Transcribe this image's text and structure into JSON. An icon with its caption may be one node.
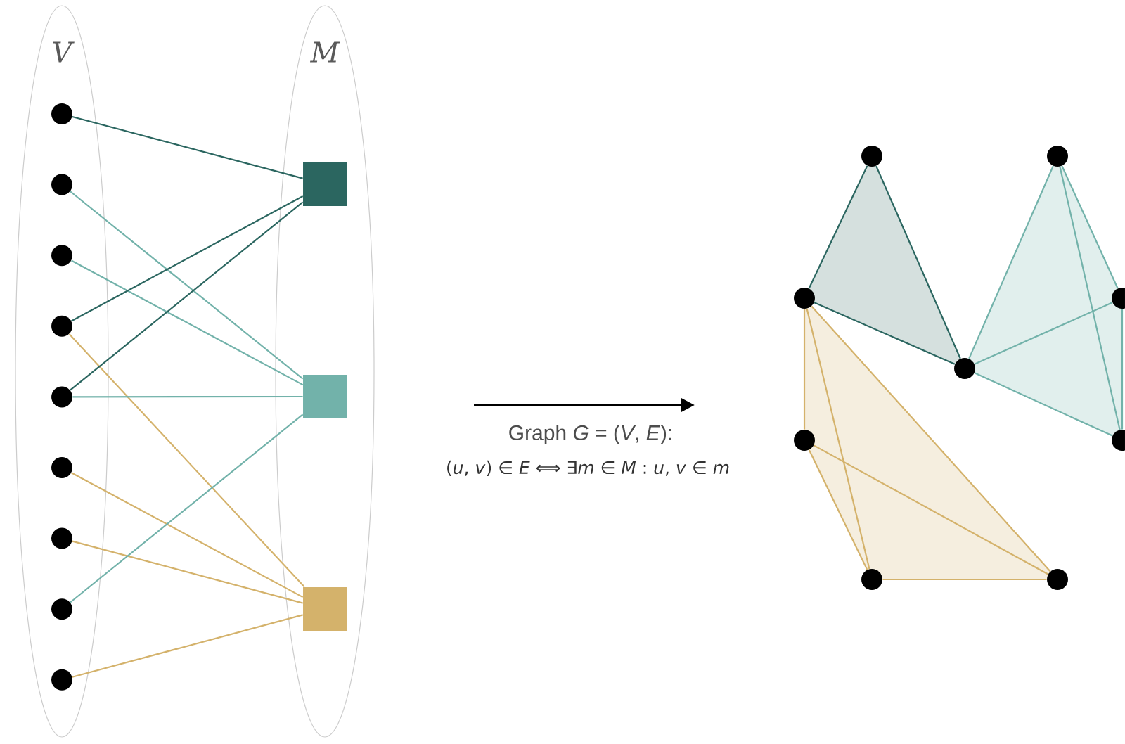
{
  "diagram": {
    "nodes": [
      {
        "text": [
          "V"
        ]
      },
      {
        "text": [],
        "shape": "circle",
        "in": 0
      },
      {
        "text": [],
        "shape": "circle",
        "in": 0
      },
      {
        "text": [],
        "shape": "circle",
        "in": 0
      },
      {
        "text": [],
        "shape": "circle",
        "in": 0
      },
      {
        "text": [],
        "shape": "circle",
        "in": 0
      },
      {
        "text": [],
        "shape": "circle",
        "in": 0
      },
      {
        "text": [],
        "shape": "circle",
        "in": 0
      },
      {
        "text": [],
        "shape": "circle",
        "in": 0
      },
      {
        "text": [],
        "shape": "circle",
        "in": 0
      },
      {
        "text": [
          "M"
        ]
      },
      {
        "text": [],
        "shape": "box",
        "in": 10
      },
      {
        "text": [],
        "shape": "box",
        "in": 10
      },
      {
        "text": [],
        "shape": "box",
        "in": 10
      },
      {
        "text": [],
        "shape": "circle"
      },
      {
        "text": [],
        "shape": "circle"
      },
      {
        "text": [],
        "shape": "circle"
      },
      {
        "text": [],
        "shape": "circle"
      },
      {
        "text": [],
        "shape": "circle"
      },
      {
        "text": [],
        "shape": "circle"
      },
      {
        "text": [],
        "shape": "circle"
      },
      {
        "text": [],
        "shape": "circle"
      },
      {
        "text": [],
        "shape": "circle"
      }
    ],
    "edges": [
      {
        "from": 1,
        "to": 11,
        "arrow": "none",
        "color": "#2b6660"
      },
      {
        "from": 2,
        "to": 12,
        "arrow": "none",
        "color": "#72b2aa"
      },
      {
        "from": 3,
        "to": 12,
        "arrow": "none",
        "color": "#72b2aa"
      },
      {
        "from": 4,
        "to": 11,
        "arrow": "none",
        "color": "#2b6660"
      },
      {
        "from": 4,
        "to": 13,
        "arrow": "none",
        "color": "#d4b26b"
      },
      {
        "from": 5,
        "to": 11,
        "arrow": "none",
        "color": "#2b6660"
      },
      {
        "from": 5,
        "to": 12,
        "arrow": "none",
        "color": "#72b2aa"
      },
      {
        "from": 6,
        "to": 13,
        "arrow": "none",
        "color": "#d4b26b"
      },
      {
        "from": 7,
        "to": 13,
        "arrow": "none",
        "color": "#d4b26b"
      },
      {
        "from": 8,
        "to": 12,
        "arrow": "none",
        "color": "#72b2aa"
      },
      {
        "from": 9,
        "to": 13,
        "arrow": "none",
        "color": "#d4b26b"
      },
      {
        "from": 14,
        "to": 16,
        "arrow": "none",
        "color": "#2b6660"
      },
      {
        "from": 14,
        "to": 17,
        "arrow": "none",
        "color": "#2b6660"
      },
      {
        "from": 16,
        "to": 17,
        "arrow": "none",
        "color": "#2b6660"
      },
      {
        "from": 15,
        "to": 17,
        "arrow": "none",
        "color": "#72b2aa"
      },
      {
        "from": 15,
        "to": 18,
        "arrow": "none",
        "color": "#72b2aa"
      },
      {
        "from": 15,
        "to": 19,
        "arrow": "none",
        "color": "#72b2aa"
      },
      {
        "from": 17,
        "to": 18,
        "arrow": "none",
        "color": "#72b2aa"
      },
      {
        "from": 17,
        "to": 19,
        "arrow": "none",
        "color": "#72b2aa"
      },
      {
        "from": 18,
        "to": 19,
        "arrow": "none",
        "color": "#72b2aa"
      },
      {
        "from": 16,
        "to": 20,
        "arrow": "none",
        "color": "#d4b26b"
      },
      {
        "from": 16,
        "to": 21,
        "arrow": "none",
        "color": "#d4b26b"
      },
      {
        "from": 16,
        "to": 22,
        "arrow": "none",
        "color": "#d4b26b"
      },
      {
        "from": 20,
        "to": 21,
        "arrow": "none",
        "color": "#d4b26b"
      },
      {
        "from": 20,
        "to": 22,
        "arrow": "none",
        "color": "#d4b26b"
      },
      {
        "from": 21,
        "to": 22,
        "arrow": "none",
        "color": "#d4b26b"
      }
    ],
    "labels": [
      "Graph *G* = (*V*, *E*):",
      "(*u*, *v*) ∈ *E* ⟺ ∃*m* ∈ *M* : *u*, *v* ∈ *m*"
    ]
  }
}
